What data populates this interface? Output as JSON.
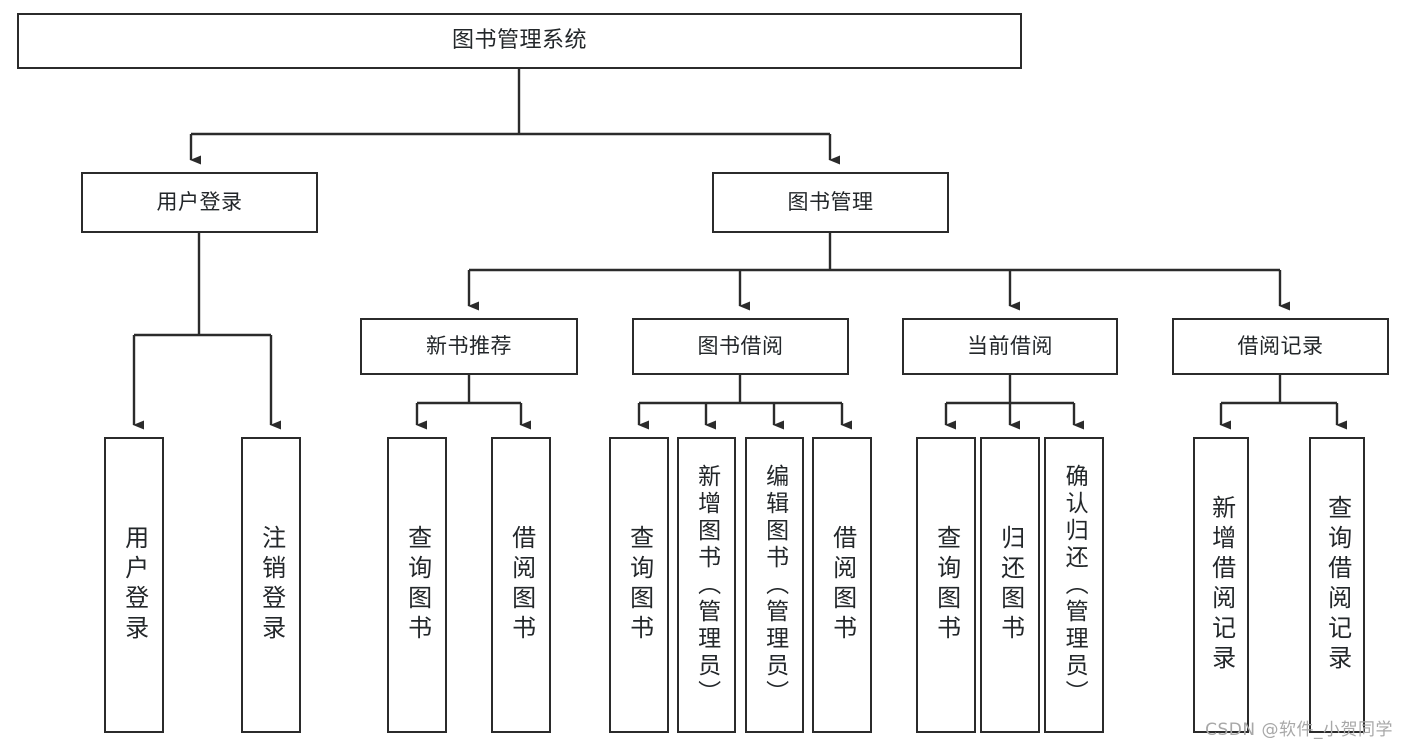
{
  "diagram": {
    "title": "图书管理系统",
    "type": "functional-structure-tree",
    "watermark": "CSDN @软件_小贺同学",
    "colors": {
      "background": "#ffffff",
      "box_border": "#2b2b2b",
      "connector": "#2b2b2b",
      "text": "#23272a",
      "watermark": "#a8a8a8"
    },
    "levels": [
      {
        "level": 1,
        "nodes": [
          {
            "id": "root",
            "label": "图书管理系统",
            "orientation": "horizontal"
          }
        ]
      },
      {
        "level": 2,
        "nodes": [
          {
            "id": "user-login",
            "label": "用户登录",
            "orientation": "horizontal",
            "parent": "root"
          },
          {
            "id": "book-manage",
            "label": "图书管理",
            "orientation": "horizontal",
            "parent": "root"
          }
        ]
      },
      {
        "level": 3,
        "nodes": [
          {
            "id": "new-book-rec",
            "label": "新书推荐",
            "orientation": "horizontal",
            "parent": "book-manage"
          },
          {
            "id": "book-borrow",
            "label": "图书借阅",
            "orientation": "horizontal",
            "parent": "book-manage"
          },
          {
            "id": "current-borrow",
            "label": "当前借阅",
            "orientation": "horizontal",
            "parent": "book-manage"
          },
          {
            "id": "borrow-record",
            "label": "借阅记录",
            "orientation": "horizontal",
            "parent": "book-manage"
          }
        ]
      },
      {
        "level": 4,
        "nodes": [
          {
            "id": "leaf-user-login",
            "label": "用户登录",
            "orientation": "vertical",
            "parent": "user-login"
          },
          {
            "id": "leaf-user-logout",
            "label": "注销登录",
            "orientation": "vertical",
            "parent": "user-login"
          },
          {
            "id": "leaf-query-book-1",
            "label": "查询图书",
            "orientation": "vertical",
            "parent": "new-book-rec"
          },
          {
            "id": "leaf-borrow-book-1",
            "label": "借阅图书",
            "orientation": "vertical",
            "parent": "new-book-rec"
          },
          {
            "id": "leaf-query-book-2",
            "label": "查询图书",
            "orientation": "vertical",
            "parent": "book-borrow"
          },
          {
            "id": "leaf-add-book",
            "label": "新增图书（管理员）",
            "orientation": "vertical",
            "parent": "book-borrow"
          },
          {
            "id": "leaf-edit-book",
            "label": "编辑图书（管理员）",
            "orientation": "vertical",
            "parent": "book-borrow"
          },
          {
            "id": "leaf-borrow-book-2",
            "label": "借阅图书",
            "orientation": "vertical",
            "parent": "book-borrow"
          },
          {
            "id": "leaf-query-book-3",
            "label": "查询图书",
            "orientation": "vertical",
            "parent": "current-borrow"
          },
          {
            "id": "leaf-return-book",
            "label": "归还图书",
            "orientation": "vertical",
            "parent": "current-borrow"
          },
          {
            "id": "leaf-confirm-return",
            "label": "确认归还（管理员）",
            "orientation": "vertical",
            "parent": "current-borrow"
          },
          {
            "id": "leaf-add-record",
            "label": "新增借阅记录",
            "orientation": "vertical",
            "parent": "borrow-record"
          },
          {
            "id": "leaf-query-record",
            "label": "查询借阅记录",
            "orientation": "vertical",
            "parent": "borrow-record"
          }
        ]
      }
    ]
  }
}
